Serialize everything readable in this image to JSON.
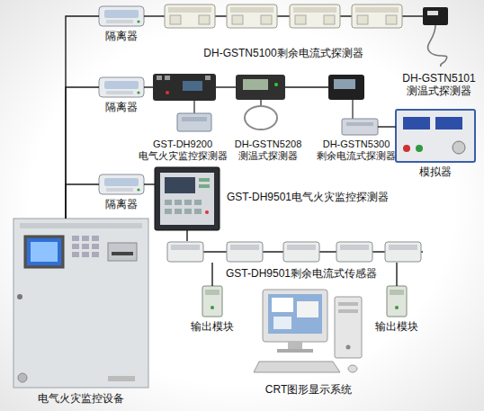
{
  "diagram": {
    "nodes": [
      {
        "text": [
          "隔离器"
        ]
      },
      {
        "text": [
          "DH-GSTN5100剩余电流式探测器"
        ]
      },
      {
        "text": [
          "DH-GSTN5101 测温式探测器"
        ]
      },
      {
        "text": [
          "隔离器"
        ]
      },
      {
        "text": [
          "GST-DH9200 电气火灾监控探测器"
        ]
      },
      {
        "text": [
          "DH-GSTN5208 测温式探测器"
        ]
      },
      {
        "text": [
          "DH-GSTN5300 剩余电流式探测器"
        ]
      },
      {
        "text": [
          "模拟器"
        ]
      },
      {
        "text": [
          "隔离器"
        ]
      },
      {
        "text": [
          "GST-DH9501电气火灾监控探测器"
        ]
      },
      {
        "text": [
          "GST-DH9501剩余电流式传感器"
        ]
      },
      {
        "text": [
          "输出模块"
        ]
      },
      {
        "text": [
          "输出模块"
        ]
      },
      {
        "text": [
          "电气火灾监控设备"
        ]
      },
      {
        "text": [
          "CRT图形显示系统"
        ]
      }
    ],
    "edges": [
      {
        "from": 13,
        "to": 0,
        "arrow": "none"
      },
      {
        "from": 13,
        "to": 3,
        "arrow": "none"
      },
      {
        "from": 13,
        "to": 8,
        "arrow": "none"
      },
      {
        "from": 0,
        "to": 1,
        "arrow": "none"
      },
      {
        "from": 1,
        "to": 2,
        "arrow": "none"
      },
      {
        "from": 3,
        "to": 4,
        "arrow": "none"
      },
      {
        "from": 4,
        "to": 5,
        "arrow": "none"
      },
      {
        "from": 5,
        "to": 6,
        "arrow": "none"
      },
      {
        "from": 6,
        "to": 7,
        "arrow": "none"
      },
      {
        "from": 8,
        "to": 9,
        "arrow": "none"
      },
      {
        "from": 9,
        "to": 10,
        "arrow": "none"
      },
      {
        "from": 10,
        "to": 11,
        "arrow": "none"
      },
      {
        "from": 10,
        "to": 12,
        "arrow": "none"
      }
    ]
  }
}
